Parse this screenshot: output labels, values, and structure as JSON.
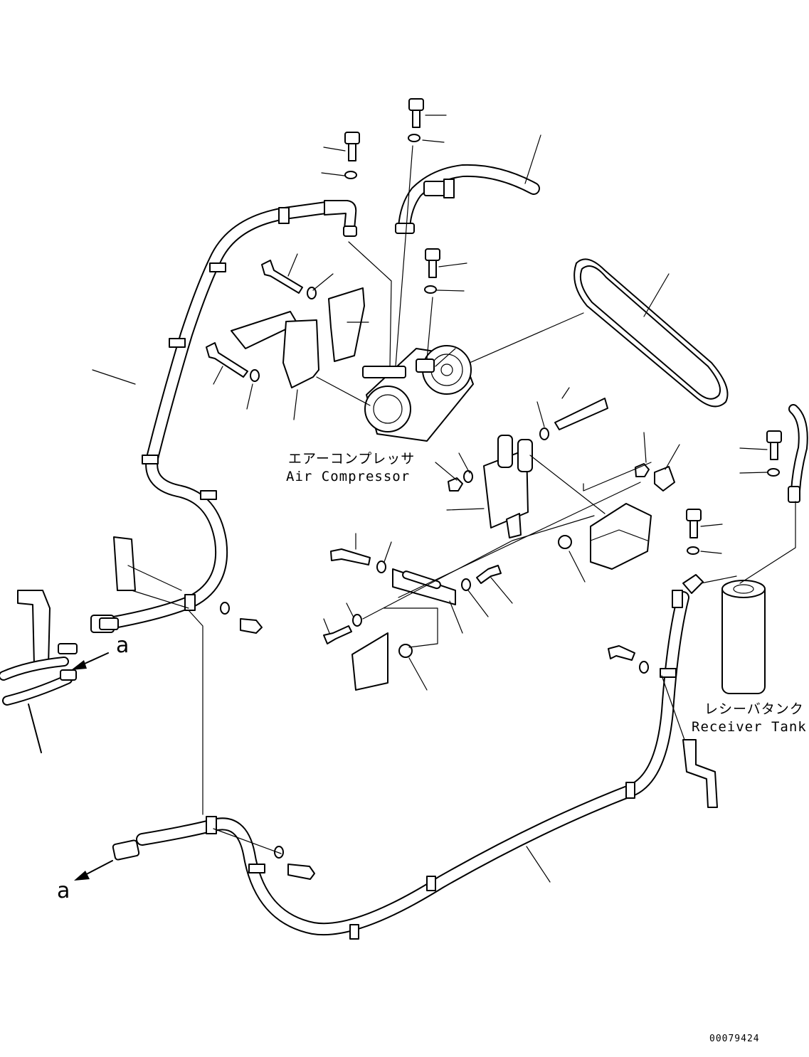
{
  "labels": {
    "air_compressor_jp": "エアーコンプレッサ",
    "air_compressor_en": "Air Compressor",
    "receiver_tank_jp": "レシーバタンク",
    "receiver_tank_en": "Receiver Tank",
    "ref_a_upper": "a",
    "ref_a_lower": "a"
  },
  "document_number": "00079424"
}
